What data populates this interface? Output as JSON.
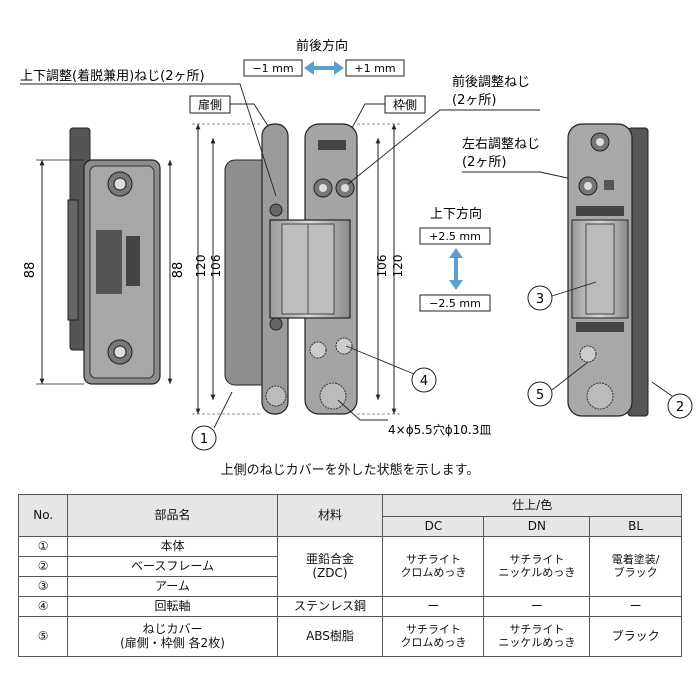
{
  "diagram": {
    "labels": {
      "front_back_dir": "前後方向",
      "minus_1mm": "−1 mm",
      "plus_1mm": "+1 mm",
      "up_down_screw": "上下調整(着脱兼用)ねじ(2ヶ所)",
      "door_side": "扉側",
      "frame_side": "枠側",
      "front_back_screw_1": "前後調整ねじ",
      "front_back_screw_2": "(2ヶ所)",
      "left_right_screw_1": "左右調整ねじ",
      "left_right_screw_2": "(2ヶ所)",
      "up_down_dir": "上下方向",
      "plus_2_5mm": "+2.5 mm",
      "minus_2_5mm": "−2.5 mm",
      "hole_spec": "4×ϕ5.5穴ϕ10.3皿"
    },
    "dimensions": {
      "left_88": "88",
      "mid_88": "88",
      "d120_left": "120",
      "d106_left": "106",
      "d106_right": "106",
      "d120_right": "120"
    },
    "callouts": [
      "1",
      "2",
      "3",
      "4",
      "5"
    ]
  },
  "caption": "上側のねじカバーを外した状態を示します。",
  "table": {
    "header": {
      "no": "No.",
      "part_name": "部品名",
      "material": "材料",
      "finish_color": "仕上/色",
      "dc": "DC",
      "dn": "DN",
      "bl": "BL"
    },
    "rows": [
      {
        "no": "①",
        "name": "本体"
      },
      {
        "no": "②",
        "name": "ベースフレーム"
      },
      {
        "no": "③",
        "name": "アーム"
      },
      {
        "no": "④",
        "name": "回転軸",
        "material": "ステンレス鋼",
        "dc": "ー",
        "dn": "ー",
        "bl": "ー"
      },
      {
        "no": "⑤",
        "name_line1": "ねじカバー",
        "name_line2": "(扉側・枠側 各2枚)",
        "material": "ABS樹脂",
        "dc_line1": "サチライト",
        "dc_line2": "クロムめっき",
        "dn_line1": "サチライト",
        "dn_line2": "ニッケルめっき",
        "bl": "ブラック"
      }
    ],
    "group_1_3": {
      "material_line1": "亜鉛合金",
      "material_line2": "(ZDC)",
      "dc_line1": "サチライト",
      "dc_line2": "クロムめっき",
      "dn_line1": "サチライト",
      "dn_line2": "ニッケルめっき",
      "bl_line1": "電着塗装/",
      "bl_line2": "ブラック"
    }
  }
}
